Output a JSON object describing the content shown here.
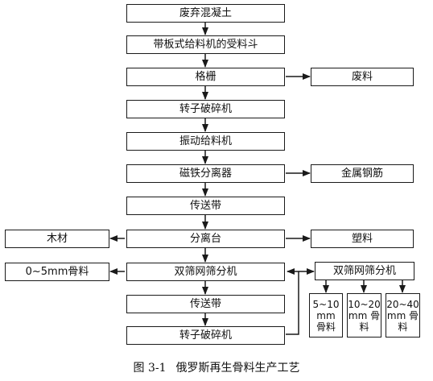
{
  "diagram": {
    "nodes": {
      "waste_concrete": "废弃混凝土",
      "hopper": "带板式给料机的受料斗",
      "grille": "格栅",
      "waste": "废料",
      "rotor_crusher_1": "转子破碎机",
      "vibrating_feeder": "振动给料机",
      "magnetic_separator": "磁铁分离器",
      "rebar": "金属钢筋",
      "conveyor_1": "传送带",
      "separating_table": "分离台",
      "wood": "木材",
      "plastic": "塑料",
      "double_screen_1": "双筛网筛分机",
      "aggregate_0_5": "0~5mm骨料",
      "double_screen_2": "双筛网筛分机",
      "conveyor_2": "传送带",
      "rotor_crusher_2": "转子破碎机",
      "aggregate_5_10": "5~10 mm 骨料",
      "aggregate_10_20": "10~20 mm 骨料",
      "aggregate_20_40": "20~40 mm 骨料"
    }
  },
  "caption": {
    "number": "图 3-1",
    "title": "俄罗斯再生骨料生产工艺"
  }
}
